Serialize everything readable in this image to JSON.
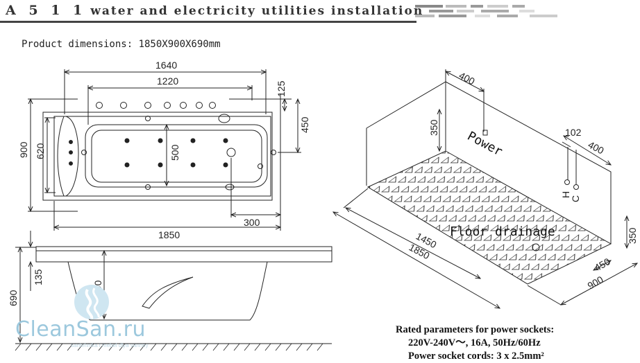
{
  "header": {
    "code": "A 5 1 1",
    "title": "water and electricity utilities installation"
  },
  "product_dimensions": "Product dimensions: 1850X900X690mm",
  "top_view": {
    "dim_1640": "1640",
    "dim_1220": "1220",
    "dim_125": "125",
    "dim_450": "450",
    "dim_900": "900",
    "dim_620": "620",
    "dim_500": "500",
    "dim_300": "300",
    "dim_1850": "1850"
  },
  "side_view": {
    "dim_690": "690",
    "dim_135": "135",
    "dim_490": "490"
  },
  "room_view": {
    "dim_400_top": "400",
    "dim_350_left": "350",
    "power_label": "Power",
    "dim_102": "102",
    "dim_400_right": "400",
    "h_label": "H",
    "c_label": "C",
    "floor_label": "Floor drainage",
    "dim_1450": "1450",
    "dim_1850": "1850",
    "dim_450": "450",
    "dim_900": "900",
    "dim_350_right": "350"
  },
  "specs": {
    "line1": "Rated parameters for power sockets:",
    "line2": "220V-240V～,  16A,  50Hz/60Hz",
    "line3": "Power socket cords: 3 x 2.5mm²"
  },
  "logo": {
    "text": "CleanSan.ru",
    "subtext": "santehnika i mebel dlya vannoy"
  },
  "colors": {
    "line": "#222222",
    "logo": "#9cc8dd",
    "header_bar": "#444444"
  }
}
